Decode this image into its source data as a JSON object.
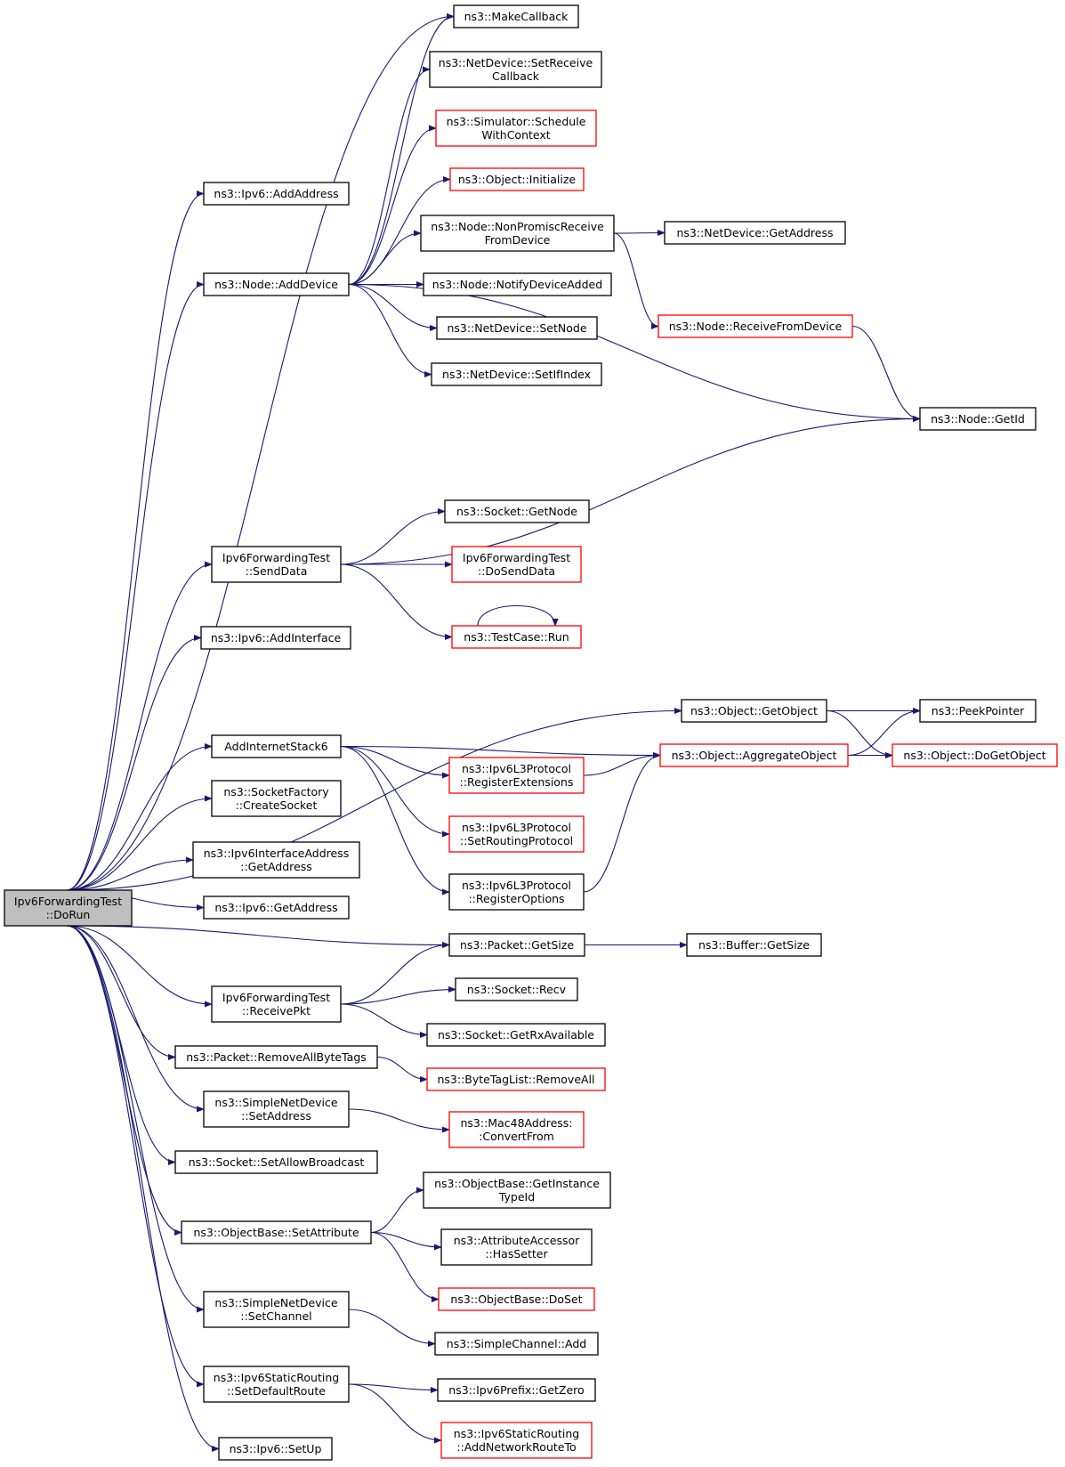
{
  "colors": {
    "edge": "#191970",
    "border_normal": "#000000",
    "border_truncated": "#ff0000",
    "root_fill": "#bfbfbf",
    "node_fill": "#ffffff"
  },
  "nodes": [
    {
      "id": "root",
      "lines": [
        "Ipv6ForwardingTest",
        "::DoRun"
      ],
      "style": "root"
    },
    {
      "id": "ipv6_addaddress",
      "lines": [
        "ns3::Ipv6::AddAddress"
      ],
      "style": "normal"
    },
    {
      "id": "node_adddevice",
      "lines": [
        "ns3::Node::AddDevice"
      ],
      "style": "normal"
    },
    {
      "id": "sendata",
      "lines": [
        "Ipv6ForwardingTest",
        "::SendData"
      ],
      "style": "normal"
    },
    {
      "id": "ipv6_addinterface",
      "lines": [
        "ns3::Ipv6::AddInterface"
      ],
      "style": "normal"
    },
    {
      "id": "addinternetstack6",
      "lines": [
        "AddInternetStack6"
      ],
      "style": "normal"
    },
    {
      "id": "socketfactory_createsocket",
      "lines": [
        "ns3::SocketFactory",
        "::CreateSocket"
      ],
      "style": "normal"
    },
    {
      "id": "ipv6ifaddr_getaddress",
      "lines": [
        "ns3::Ipv6InterfaceAddress",
        "::GetAddress"
      ],
      "style": "normal"
    },
    {
      "id": "ipv6_getaddress",
      "lines": [
        "ns3::Ipv6::GetAddress"
      ],
      "style": "normal"
    },
    {
      "id": "receivepkt",
      "lines": [
        "Ipv6ForwardingTest",
        "::ReceivePkt"
      ],
      "style": "normal"
    },
    {
      "id": "packet_removeallbytetags",
      "lines": [
        "ns3::Packet::RemoveAllByteTags"
      ],
      "style": "normal"
    },
    {
      "id": "simplenetdevice_setaddress",
      "lines": [
        "ns3::SimpleNetDevice",
        "::SetAddress"
      ],
      "style": "normal"
    },
    {
      "id": "socket_setallowbroadcast",
      "lines": [
        "ns3::Socket::SetAllowBroadcast"
      ],
      "style": "normal"
    },
    {
      "id": "objectbase_setattribute",
      "lines": [
        "ns3::ObjectBase::SetAttribute"
      ],
      "style": "normal"
    },
    {
      "id": "simplenetdevice_setchannel",
      "lines": [
        "ns3::SimpleNetDevice",
        "::SetChannel"
      ],
      "style": "normal"
    },
    {
      "id": "staticrouting_setdefaultroute",
      "lines": [
        "ns3::Ipv6StaticRouting",
        "::SetDefaultRoute"
      ],
      "style": "normal"
    },
    {
      "id": "ipv6_setup",
      "lines": [
        "ns3::Ipv6::SetUp"
      ],
      "style": "normal"
    },
    {
      "id": "makecallback",
      "lines": [
        "ns3::MakeCallback"
      ],
      "style": "normal"
    },
    {
      "id": "netdevice_setreceivecallback",
      "lines": [
        "ns3::NetDevice::SetReceive",
        "Callback"
      ],
      "style": "normal"
    },
    {
      "id": "simulator_schedulewithcontext",
      "lines": [
        "ns3::Simulator::Schedule",
        "WithContext"
      ],
      "style": "truncated"
    },
    {
      "id": "object_initialize",
      "lines": [
        "ns3::Object::Initialize"
      ],
      "style": "truncated"
    },
    {
      "id": "node_nonpromisc",
      "lines": [
        "ns3::Node::NonPromiscReceive",
        "FromDevice"
      ],
      "style": "normal"
    },
    {
      "id": "node_notifydeviceadded",
      "lines": [
        "ns3::Node::NotifyDeviceAdded"
      ],
      "style": "normal"
    },
    {
      "id": "netdevice_setnode",
      "lines": [
        "ns3::NetDevice::SetNode"
      ],
      "style": "normal"
    },
    {
      "id": "netdevice_setifindex",
      "lines": [
        "ns3::NetDevice::SetIfIndex"
      ],
      "style": "normal"
    },
    {
      "id": "netdevice_getaddress",
      "lines": [
        "ns3::NetDevice::GetAddress"
      ],
      "style": "normal"
    },
    {
      "id": "node_receivefromdevice",
      "lines": [
        "ns3::Node::ReceiveFromDevice"
      ],
      "style": "truncated"
    },
    {
      "id": "node_getid",
      "lines": [
        "ns3::Node::GetId"
      ],
      "style": "normal"
    },
    {
      "id": "socket_getnode",
      "lines": [
        "ns3::Socket::GetNode"
      ],
      "style": "normal"
    },
    {
      "id": "dosenddata",
      "lines": [
        "Ipv6ForwardingTest",
        "::DoSendData"
      ],
      "style": "truncated"
    },
    {
      "id": "testcase_run",
      "lines": [
        "ns3::TestCase::Run"
      ],
      "style": "truncated"
    },
    {
      "id": "object_getobject",
      "lines": [
        "ns3::Object::GetObject"
      ],
      "style": "normal"
    },
    {
      "id": "peekpointer",
      "lines": [
        "ns3::PeekPointer"
      ],
      "style": "normal"
    },
    {
      "id": "object_aggregateobject",
      "lines": [
        "ns3::Object::AggregateObject"
      ],
      "style": "truncated"
    },
    {
      "id": "object_dogetobject",
      "lines": [
        "ns3::Object::DoGetObject"
      ],
      "style": "truncated"
    },
    {
      "id": "l3_registerextensions",
      "lines": [
        "ns3::Ipv6L3Protocol",
        "::RegisterExtensions"
      ],
      "style": "truncated"
    },
    {
      "id": "l3_setroutingprotocol",
      "lines": [
        "ns3::Ipv6L3Protocol",
        "::SetRoutingProtocol"
      ],
      "style": "truncated"
    },
    {
      "id": "l3_registeroptions",
      "lines": [
        "ns3::Ipv6L3Protocol",
        "::RegisterOptions"
      ],
      "style": "normal"
    },
    {
      "id": "packet_getsize",
      "lines": [
        "ns3::Packet::GetSize"
      ],
      "style": "normal"
    },
    {
      "id": "buffer_getsize",
      "lines": [
        "ns3::Buffer::GetSize"
      ],
      "style": "normal"
    },
    {
      "id": "socket_recv",
      "lines": [
        "ns3::Socket::Recv"
      ],
      "style": "normal"
    },
    {
      "id": "socket_getrxavailable",
      "lines": [
        "ns3::Socket::GetRxAvailable"
      ],
      "style": "normal"
    },
    {
      "id": "bytetaglist_removeall",
      "lines": [
        "ns3::ByteTagList::RemoveAll"
      ],
      "style": "truncated"
    },
    {
      "id": "mac48_convertfrom",
      "lines": [
        "ns3::Mac48Address:",
        ":ConvertFrom"
      ],
      "style": "truncated"
    },
    {
      "id": "objectbase_getinstancetypeid",
      "lines": [
        "ns3::ObjectBase::GetInstance",
        "TypeId"
      ],
      "style": "normal"
    },
    {
      "id": "attributeaccessor_hassetter",
      "lines": [
        "ns3::AttributeAccessor",
        "::HasSetter"
      ],
      "style": "normal"
    },
    {
      "id": "objectbase_doset",
      "lines": [
        "ns3::ObjectBase::DoSet"
      ],
      "style": "truncated"
    },
    {
      "id": "simplechannel_add",
      "lines": [
        "ns3::SimpleChannel::Add"
      ],
      "style": "normal"
    },
    {
      "id": "ipv6prefix_getzero",
      "lines": [
        "ns3::Ipv6Prefix::GetZero"
      ],
      "style": "normal"
    },
    {
      "id": "staticrouting_addnetworkrouteto",
      "lines": [
        "ns3::Ipv6StaticRouting",
        "::AddNetworkRouteTo"
      ],
      "style": "truncated"
    }
  ],
  "edges": [
    [
      "root",
      "ipv6_addaddress"
    ],
    [
      "root",
      "node_adddevice"
    ],
    [
      "root",
      "sendata"
    ],
    [
      "root",
      "ipv6_addinterface"
    ],
    [
      "root",
      "object_getobject"
    ],
    [
      "root",
      "addinternetstack6"
    ],
    [
      "root",
      "socketfactory_createsocket"
    ],
    [
      "root",
      "ipv6ifaddr_getaddress"
    ],
    [
      "root",
      "ipv6_getaddress"
    ],
    [
      "root",
      "packet_getsize"
    ],
    [
      "root",
      "receivepkt"
    ],
    [
      "root",
      "packet_removeallbytetags"
    ],
    [
      "root",
      "simplenetdevice_setaddress"
    ],
    [
      "root",
      "socket_setallowbroadcast"
    ],
    [
      "root",
      "objectbase_setattribute"
    ],
    [
      "root",
      "simplenetdevice_setchannel"
    ],
    [
      "root",
      "staticrouting_setdefaultroute"
    ],
    [
      "root",
      "ipv6_setup"
    ],
    [
      "root",
      "makecallback"
    ],
    [
      "node_adddevice",
      "makecallback"
    ],
    [
      "node_adddevice",
      "netdevice_setreceivecallback"
    ],
    [
      "node_adddevice",
      "simulator_schedulewithcontext"
    ],
    [
      "node_adddevice",
      "object_initialize"
    ],
    [
      "node_adddevice",
      "node_nonpromisc"
    ],
    [
      "node_adddevice",
      "node_notifydeviceadded"
    ],
    [
      "node_adddevice",
      "netdevice_setnode"
    ],
    [
      "node_adddevice",
      "netdevice_setifindex"
    ],
    [
      "node_adddevice",
      "node_getid"
    ],
    [
      "node_nonpromisc",
      "netdevice_getaddress"
    ],
    [
      "node_nonpromisc",
      "node_receivefromdevice"
    ],
    [
      "node_receivefromdevice",
      "node_getid"
    ],
    [
      "sendata",
      "node_getid"
    ],
    [
      "sendata",
      "socket_getnode"
    ],
    [
      "sendata",
      "dosenddata"
    ],
    [
      "sendata",
      "testcase_run"
    ],
    [
      "testcase_run",
      "testcase_run"
    ],
    [
      "object_getobject",
      "peekpointer"
    ],
    [
      "object_getobject",
      "object_dogetobject"
    ],
    [
      "object_aggregateobject",
      "peekpointer"
    ],
    [
      "object_aggregateobject",
      "object_dogetobject"
    ],
    [
      "addinternetstack6",
      "object_aggregateobject"
    ],
    [
      "addinternetstack6",
      "l3_registerextensions"
    ],
    [
      "addinternetstack6",
      "l3_setroutingprotocol"
    ],
    [
      "addinternetstack6",
      "l3_registeroptions"
    ],
    [
      "l3_registerextensions",
      "object_aggregateobject"
    ],
    [
      "l3_registeroptions",
      "object_aggregateobject"
    ],
    [
      "packet_getsize",
      "buffer_getsize"
    ],
    [
      "receivepkt",
      "packet_getsize"
    ],
    [
      "receivepkt",
      "socket_recv"
    ],
    [
      "receivepkt",
      "socket_getrxavailable"
    ],
    [
      "packet_removeallbytetags",
      "bytetaglist_removeall"
    ],
    [
      "simplenetdevice_setaddress",
      "mac48_convertfrom"
    ],
    [
      "objectbase_setattribute",
      "objectbase_getinstancetypeid"
    ],
    [
      "objectbase_setattribute",
      "attributeaccessor_hassetter"
    ],
    [
      "objectbase_setattribute",
      "objectbase_doset"
    ],
    [
      "simplenetdevice_setchannel",
      "simplechannel_add"
    ],
    [
      "staticrouting_setdefaultroute",
      "ipv6prefix_getzero"
    ],
    [
      "staticrouting_setdefaultroute",
      "staticrouting_addnetworkrouteto"
    ]
  ]
}
